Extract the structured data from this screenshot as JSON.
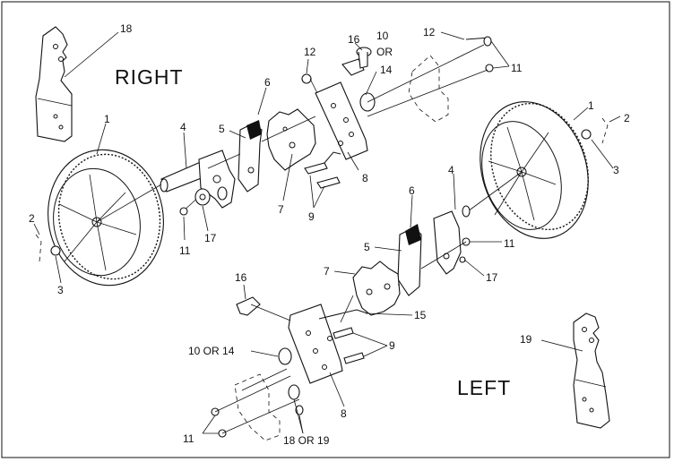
{
  "headings": {
    "right": "RIGHT",
    "left": "LEFT"
  },
  "callouts": {
    "p18": "18",
    "p1_right": "1",
    "p4_right": "4",
    "p5_right": "5",
    "p6_right": "6",
    "p7_right": "7",
    "p8_right": "8",
    "p9_right": "9",
    "p11_right_a": "11",
    "p17_right": "17",
    "p2_right": "2",
    "p3_right": "3",
    "p12_left_top": "12",
    "p16_top": "16",
    "p10_top": "10",
    "p10_or": "OR",
    "p14_top": "14",
    "p12_right_top": "12",
    "p11_top": "11",
    "p1_left": "1",
    "p2_left": "2",
    "p3_left": "3",
    "p4_left": "4",
    "p6_left": "6",
    "p5_left": "5",
    "p11_left_a": "11",
    "p17_left": "17",
    "p7_left": "7",
    "p16_left": "16",
    "p15": "15",
    "p9_left": "9",
    "p10_or_14": "10 OR 14",
    "p8_left": "8",
    "p11_bottom": "11",
    "p18_or_19": "18 OR 19",
    "p19": "19"
  }
}
